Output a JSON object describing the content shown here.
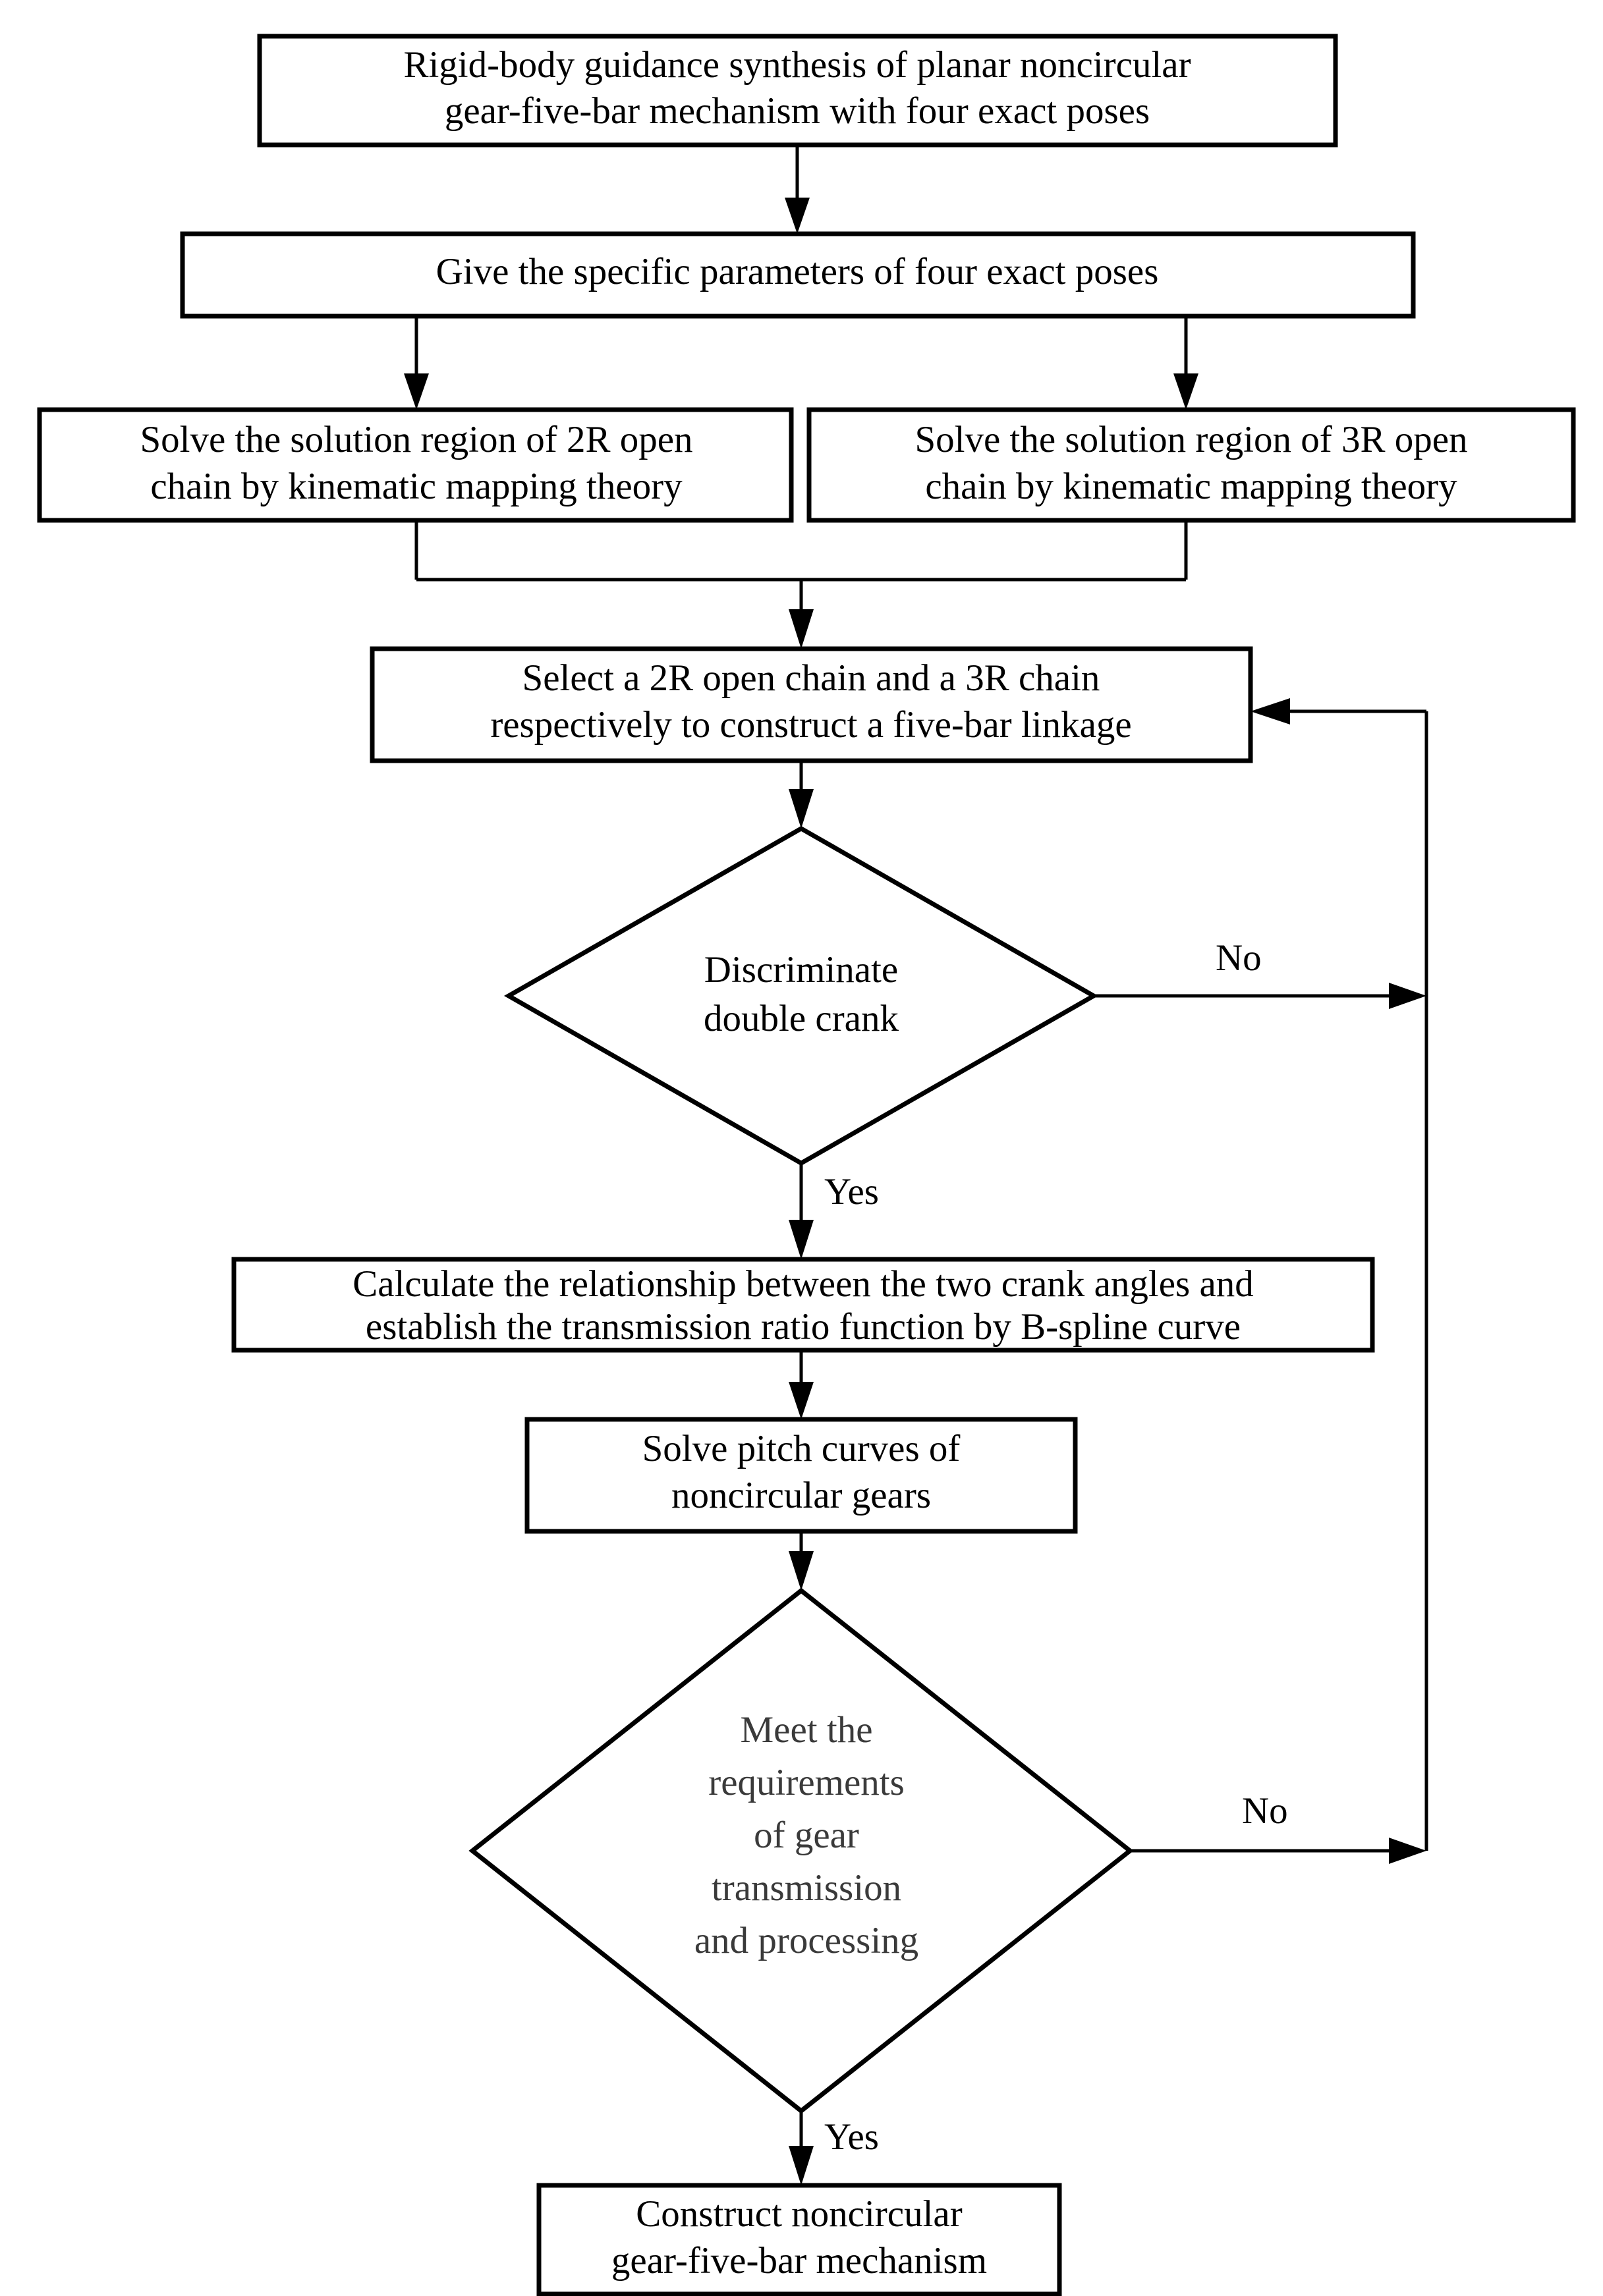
{
  "diagram": {
    "title": "Rigid-body guidance synthesis flowchart",
    "type": "flowchart",
    "background_color": "#ffffff",
    "line_color": "#000000",
    "text_color": "#000000",
    "dim_text_color": "#3a3a3a"
  },
  "nodes": {
    "start": {
      "shape": "process",
      "line1": "Rigid-body guidance synthesis of planar noncircular",
      "line2": "gear-five-bar mechanism with four exact poses"
    },
    "give_params": {
      "shape": "process",
      "line1": "Give the specific parameters of four exact poses"
    },
    "solve_2r": {
      "shape": "process",
      "line1": "Solve the solution region of 2R open",
      "line2": "chain by kinematic mapping theory"
    },
    "solve_3r": {
      "shape": "process",
      "line1": "Solve the solution region of 3R open",
      "line2": "chain by kinematic mapping theory"
    },
    "select_chains": {
      "shape": "process",
      "line1": "Select a 2R open chain and a 3R chain",
      "line2": "respectively to construct a five-bar linkage"
    },
    "discriminate": {
      "shape": "decision",
      "line1": "Discriminate",
      "line2": "double crank"
    },
    "calculate_relationship": {
      "shape": "process",
      "line1": "Calculate the relationship between the two crank angles and",
      "line2": "establish the transmission ratio function by B-spline curve"
    },
    "solve_pitch": {
      "shape": "process",
      "line1": "Solve pitch curves of",
      "line2": "noncircular gears"
    },
    "meet_requirements": {
      "shape": "decision",
      "line1": "Meet the",
      "line2": "requirements",
      "line3": "of gear",
      "line4": "transmission",
      "line5": "and processing"
    },
    "construct": {
      "shape": "process",
      "line1": "Construct noncircular",
      "line2": "gear-five-bar mechanism"
    }
  },
  "edge_labels": {
    "discriminate_no": "No",
    "discriminate_yes": "Yes",
    "meet_no": "No",
    "meet_yes": "Yes"
  }
}
